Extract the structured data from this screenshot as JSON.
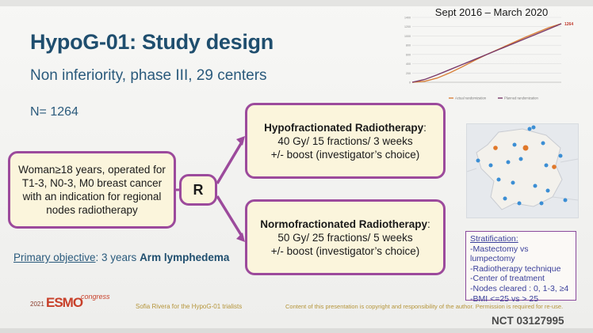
{
  "title": "HypoG-01: Study design",
  "subtitle": "Non inferiority, phase III, 29 centers",
  "n_label": "N= 1264",
  "population": "Woman≥18 years, operated for T1-3, N0-3, M0 breast cancer with an indication for regional nodes radiotherapy",
  "randomization_label": "R",
  "arm_hypo": {
    "name": "Hypofractionated Radiotherapy",
    "suffix": ":",
    "dose": "40 Gy/ 15 fractions/ 3 weeks",
    "boost": "+/- boost (investigator’s choice)"
  },
  "arm_normo": {
    "name": "Normofractionated Radiotherapy",
    "suffix": ":",
    "dose": "50 Gy/ 25 fractions/ 5 weeks",
    "boost": "+/- boost (investigator’s choice)"
  },
  "objective": {
    "key": "Primary objective",
    "sep": ": 3 years ",
    "value": "Arm lymphedema"
  },
  "stratification": {
    "heading": "Stratification:",
    "items": [
      "-Mastectomy vs lumpectomy",
      "-Radiotherapy technique",
      "-Center of treatment",
      "-Nodes cleared : 0, 1-3, ≥4",
      "-BMI <=25 vs > 25"
    ]
  },
  "chart_data": {
    "type": "line",
    "title": "Sept 2016 – March 2020",
    "end_label": "1264",
    "ylim": [
      0,
      1400
    ],
    "yticks": [
      0,
      200,
      400,
      600,
      800,
      1000,
      1200,
      1400
    ],
    "x": [
      0,
      1,
      2,
      3,
      4,
      5,
      6,
      7,
      8,
      9,
      10,
      11,
      12
    ],
    "series": [
      {
        "name": "Actual randomization",
        "color": "#d9823a",
        "values": [
          0,
          20,
          90,
          200,
          330,
          470,
          600,
          720,
          840,
          960,
          1070,
          1180,
          1264
        ]
      },
      {
        "name": "Planned randomization",
        "color": "#7a3a6a",
        "values": [
          0,
          60,
          160,
          270,
          380,
          490,
          600,
          710,
          820,
          930,
          1040,
          1150,
          1264
        ]
      }
    ]
  },
  "footer": {
    "author": "Sofia Rivera for the HypoG-01 trialists",
    "copyright": "Content of this presentation is copyright and responsibility of the author. Permission is required for re-use.",
    "nct": "NCT 03127995",
    "logo_year": "2021",
    "logo_name": "ESMO",
    "logo_suffix": "congress"
  },
  "colors": {
    "box_border": "#9c4a9c",
    "box_fill": "#fbf5dc",
    "title": "#1f4e6e"
  }
}
